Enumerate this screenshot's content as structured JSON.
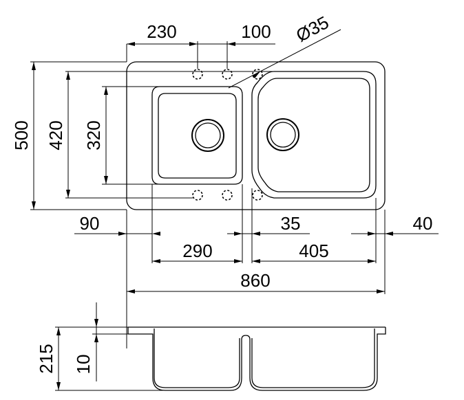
{
  "dimensions": {
    "d230": "230",
    "d100": "100",
    "d35_diameter": "Ø35",
    "d500": "500",
    "d420": "420",
    "d320": "320",
    "d90": "90",
    "d35": "35",
    "d40": "40",
    "d290": "290",
    "d405": "405",
    "d860": "860",
    "d215": "215",
    "d10": "10"
  },
  "colors": {
    "line": "#000000",
    "background": "#ffffff"
  }
}
